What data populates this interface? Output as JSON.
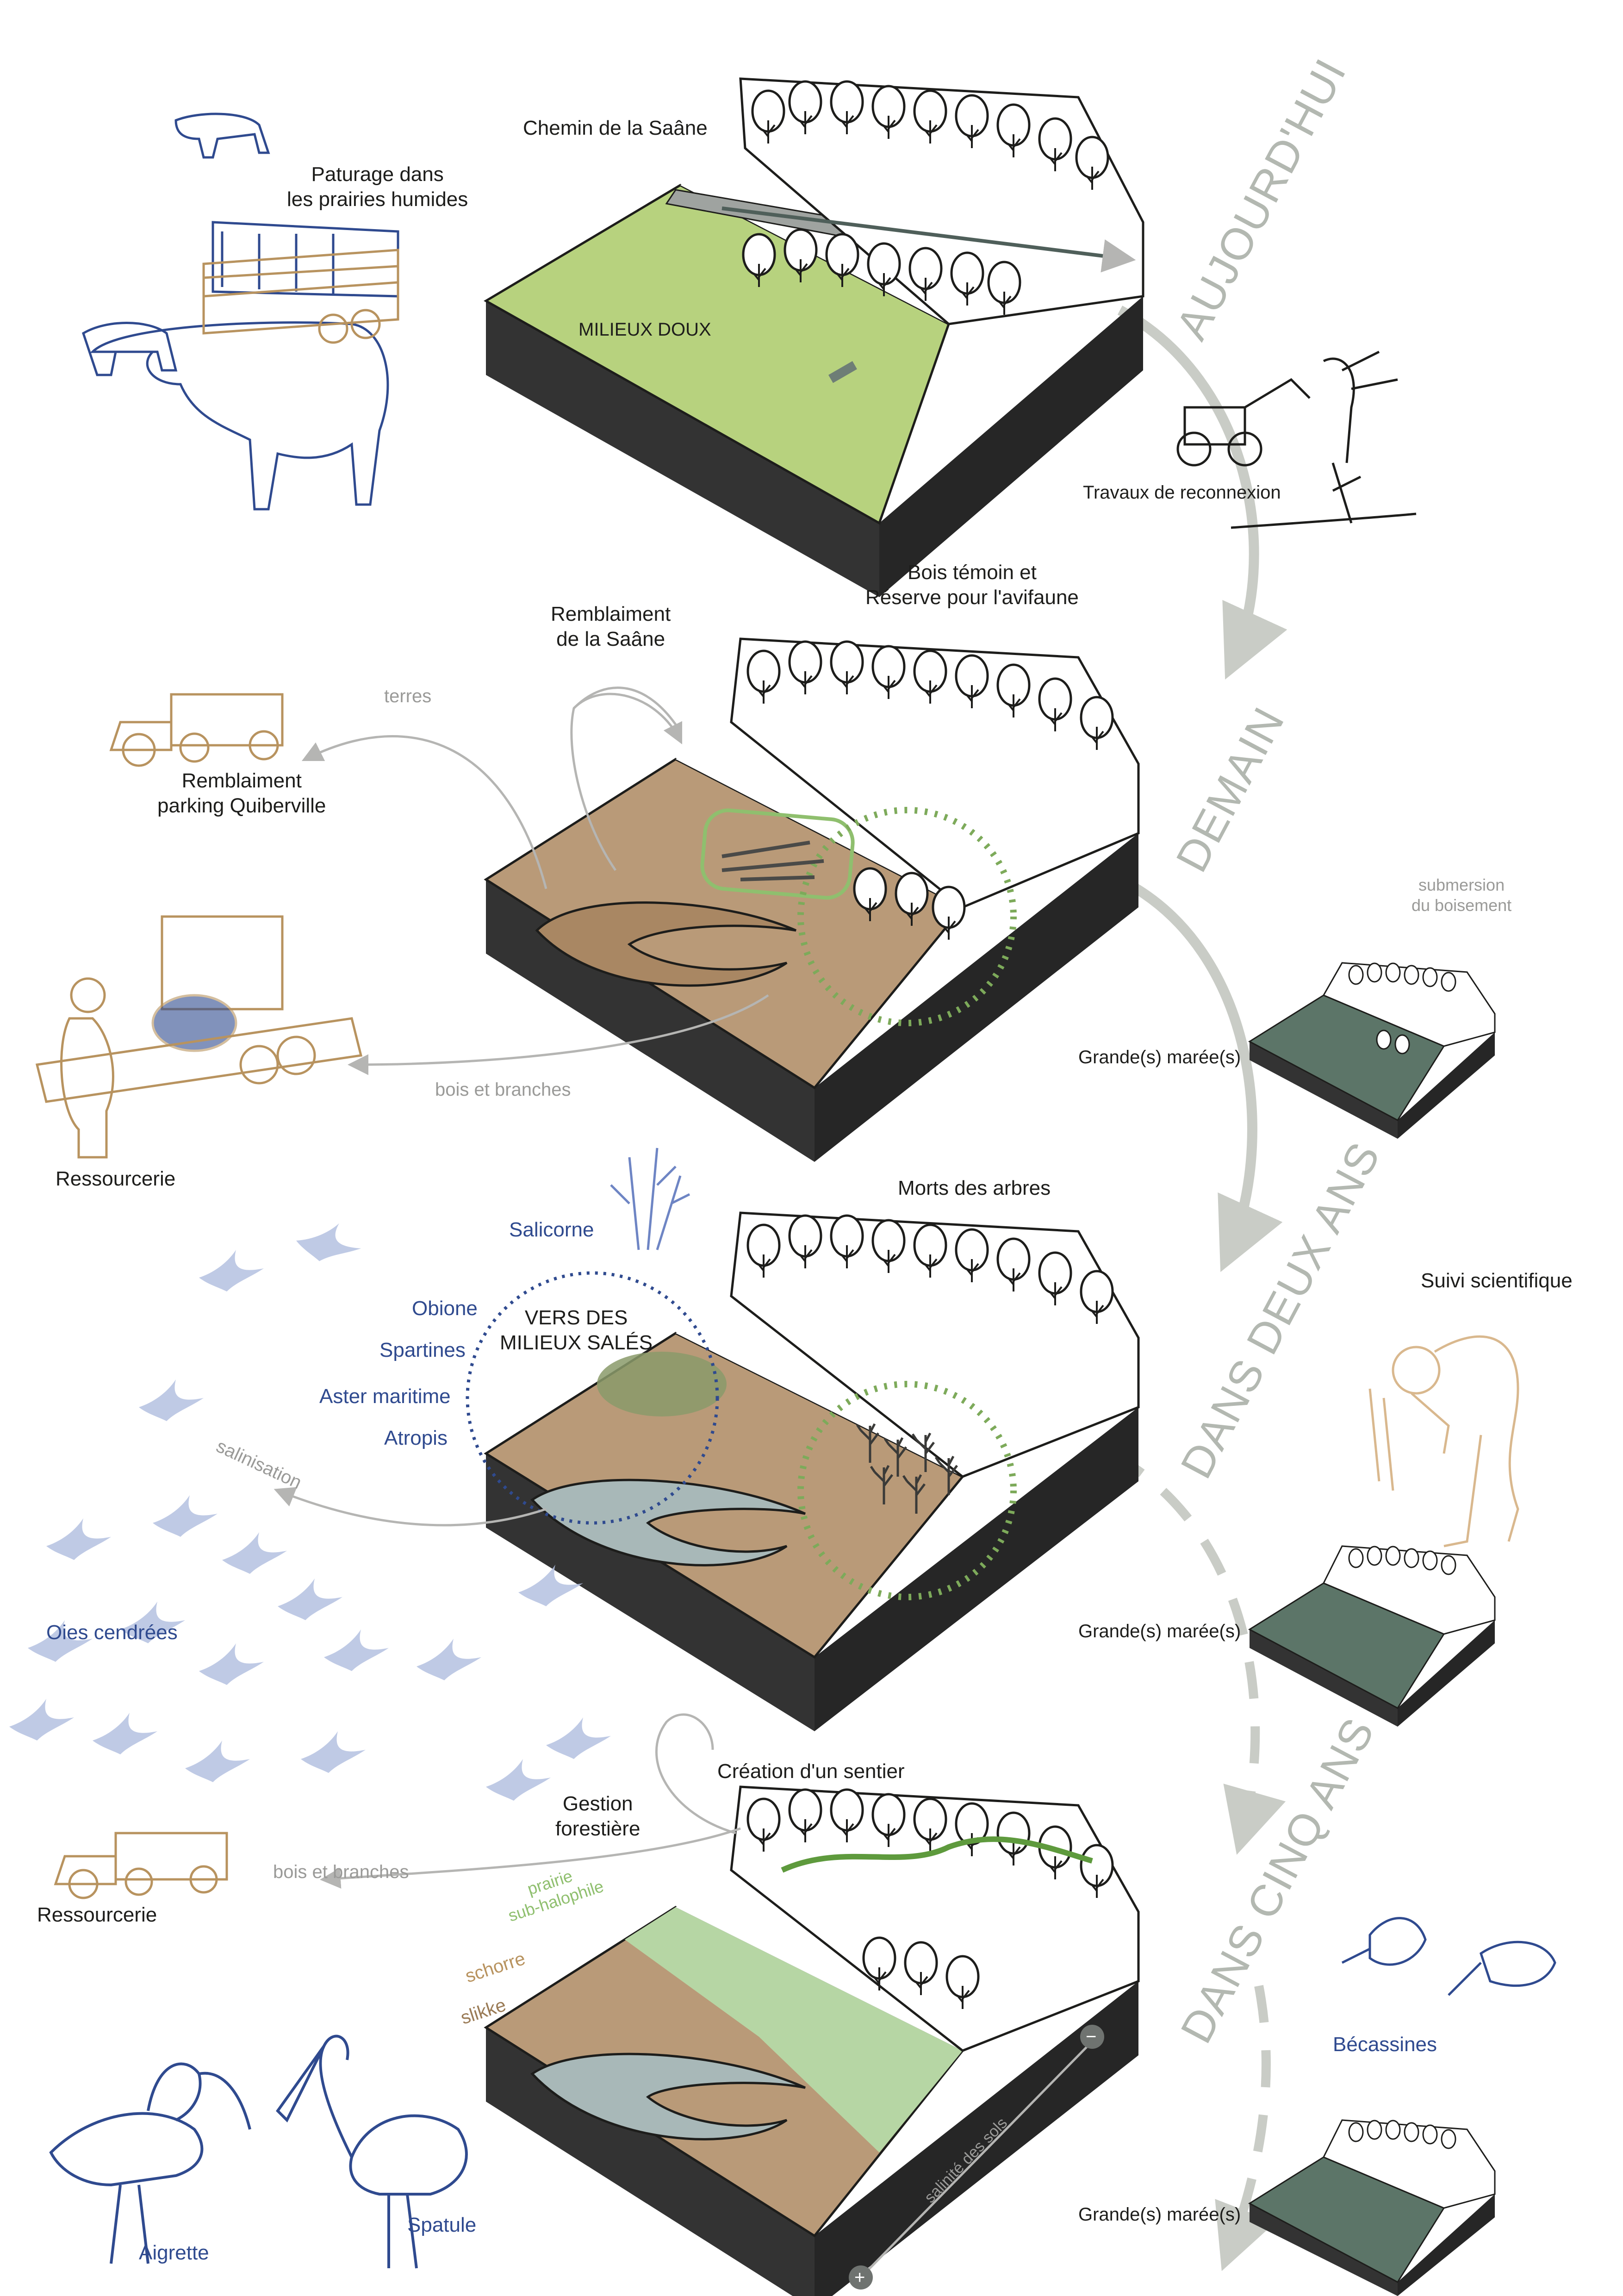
{
  "periods": {
    "today": "AUJOURD'HUI",
    "tomorrow": "DEMAIN",
    "two_years": "DANS DEUX ANS",
    "five_years": "DANS CINQ ANS"
  },
  "block1": {
    "chemin": "Chemin de la Saâne",
    "paturage": "Paturage dans\nles prairies humides",
    "milieux_doux": "MILIEUX DOUX",
    "travaux": "Travaux de reconnexion"
  },
  "block2": {
    "remblaiement_saane": "Remblaiment\nde la Saâne",
    "bois_temoin": "Bois témoin et\nRéserve pour l'avifaune",
    "terres": "terres",
    "remblaiement_parking": "Remblaiment\nparking Quiberville",
    "bois_branches": "bois et branches",
    "ressourcerie": "Ressourcerie",
    "submersion": "submersion\ndu boisement",
    "grande_maree": "Grande(s) marée(s)"
  },
  "block3": {
    "morts_arbres": "Morts des arbres",
    "salicorne": "Salicorne",
    "obione": "Obione",
    "spartines": "Spartines",
    "aster": "Aster maritime",
    "atropis": "Atropis",
    "vers_milieux": "VERS DES\nMILIEUX SALÉS",
    "salinisation": "salinisation",
    "oies": "Oies cendrées",
    "suivi": "Suivi scientifique",
    "grande_maree": "Grande(s) marée(s)"
  },
  "block4": {
    "creation_sentier": "Création d'un sentier",
    "gestion": "Gestion\nforestière",
    "bois_branches": "bois et branches",
    "ressourcerie": "Ressourcerie",
    "prairie": "prairie\nsub-halophile",
    "schorre": "schorre",
    "slikke": "slikke",
    "salinite": "salinité des sols",
    "minus": "−",
    "plus": "+",
    "becassines": "Bécassines",
    "aigrette": "Aigrette",
    "spatule": "Spatule",
    "grande_maree": "Grande(s) marée(s)"
  },
  "colors": {
    "ink": "#1d1d1b",
    "block_side": "#333333",
    "meadow": "#b7d27e",
    "mud": "#b99a78",
    "salt_meadow": "#b6d6a4",
    "water": "#a8b8b8",
    "tidal": "#5c7568",
    "label_blue": "#2f4a8f",
    "bird_blue": "#9fb0d6",
    "tan": "#b8935f",
    "timeline_grey": "#c9ccc6",
    "dashed_green": "#7daa5a"
  }
}
